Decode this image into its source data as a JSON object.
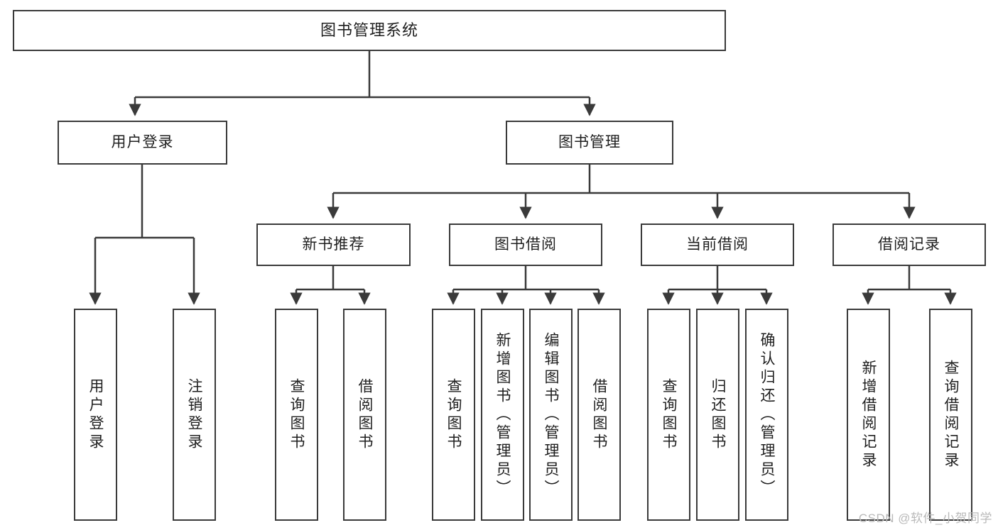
{
  "diagram": {
    "type": "tree",
    "title": "图书管理系统",
    "watermark": "CSDN @软件_小贺同学",
    "root": {
      "label": "图书管理系统"
    },
    "level2": [
      {
        "label": "用户登录"
      },
      {
        "label": "图书管理"
      }
    ],
    "level3": [
      {
        "label": "新书推荐"
      },
      {
        "label": "图书借阅"
      },
      {
        "label": "当前借阅"
      },
      {
        "label": "借阅记录"
      }
    ],
    "leaves": {
      "user_login": [
        {
          "label": "用户登录"
        },
        {
          "label": "注销登录"
        }
      ],
      "new_book_recommend": [
        {
          "label": "查询图书"
        },
        {
          "label": "借阅图书"
        }
      ],
      "book_borrow": [
        {
          "label": "查询图书"
        },
        {
          "label": "新增图书（管理员）"
        },
        {
          "label": "编辑图书（管理员）"
        },
        {
          "label": "借阅图书"
        }
      ],
      "current_borrow": [
        {
          "label": "查询图书"
        },
        {
          "label": "归还图书"
        },
        {
          "label": "确认归还（管理员）"
        }
      ],
      "borrow_records": [
        {
          "label": "新增借阅记录"
        },
        {
          "label": "查询借阅记录"
        }
      ]
    },
    "colors": {
      "stroke": "#3a3a3a",
      "fill": "#ffffff",
      "text": "#1f1f1f",
      "watermark": "#b9b9b9"
    }
  }
}
